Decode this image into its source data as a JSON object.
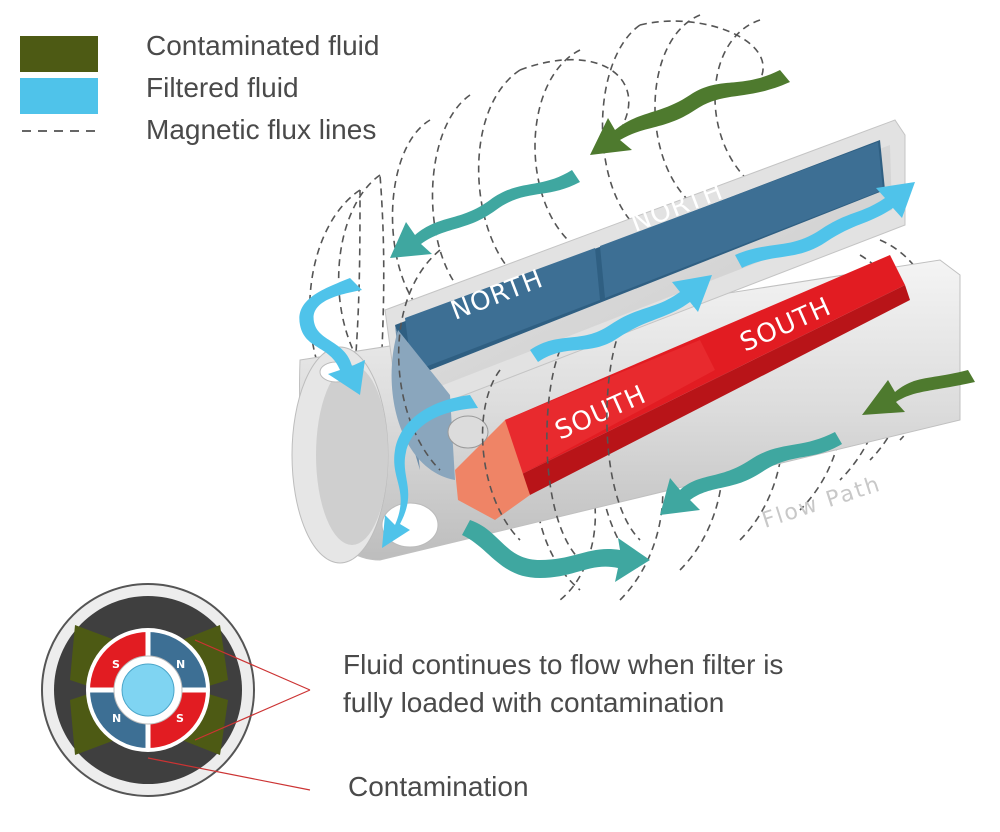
{
  "legend": {
    "items": [
      {
        "label": "Contaminated fluid",
        "color": "#4d5a14"
      },
      {
        "label": "Filtered fluid",
        "color": "#4fc3ea"
      },
      {
        "label": "Magnetic flux lines",
        "color": "#666666"
      }
    ]
  },
  "magnets": {
    "north_1": "NORTH",
    "north_2": "NORTH",
    "south_1": "SOUTH",
    "south_2": "SOUTH"
  },
  "flow_path_label": "Flow Path",
  "cross_section": {
    "poles": [
      "S",
      "N",
      "N",
      "S"
    ],
    "caption_line1": "Fluid continues to flow when filter is",
    "caption_line2": "fully loaded with contamination",
    "contamination_label": "Contamination"
  },
  "colors": {
    "north": "#3d6f94",
    "south": "#e21c22",
    "contaminated_arrow": "#4e7a2e",
    "teal_arrow": "#3fa7a0",
    "filtered_arrow": "#4fc3ea",
    "contamination": "#4d5a14"
  }
}
